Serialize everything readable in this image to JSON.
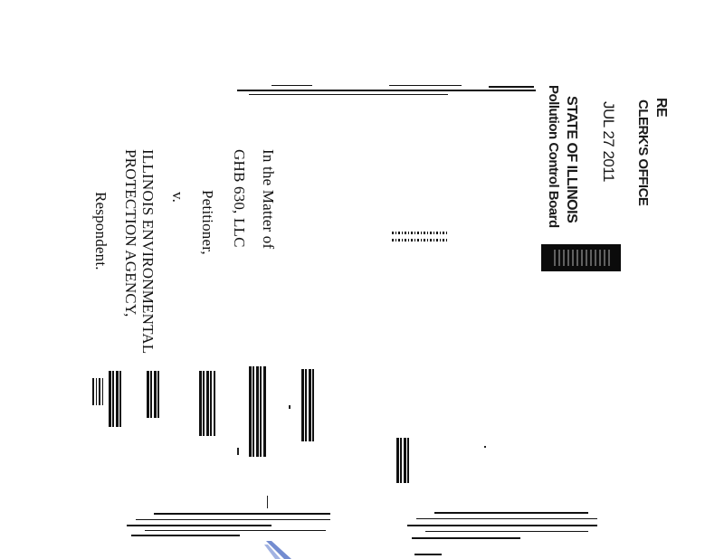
{
  "stamp": {
    "initials": "RE",
    "office": "CLERK'S OFFICE",
    "date": "JUL 27 2011",
    "state": "STATE OF ILLINOIS",
    "board": "Pollution Control Board"
  },
  "caption": {
    "matter": "In the Matter of",
    "petitioner_name": "GHB 630, LLC",
    "petitioner_role": "Petitioner,",
    "versus": "v.",
    "respondent_line1": "ILLINOIS ENVIRONMENTAL",
    "respondent_line2": "PROTECTION AGENCY,",
    "respondent_role": "Respondent."
  }
}
